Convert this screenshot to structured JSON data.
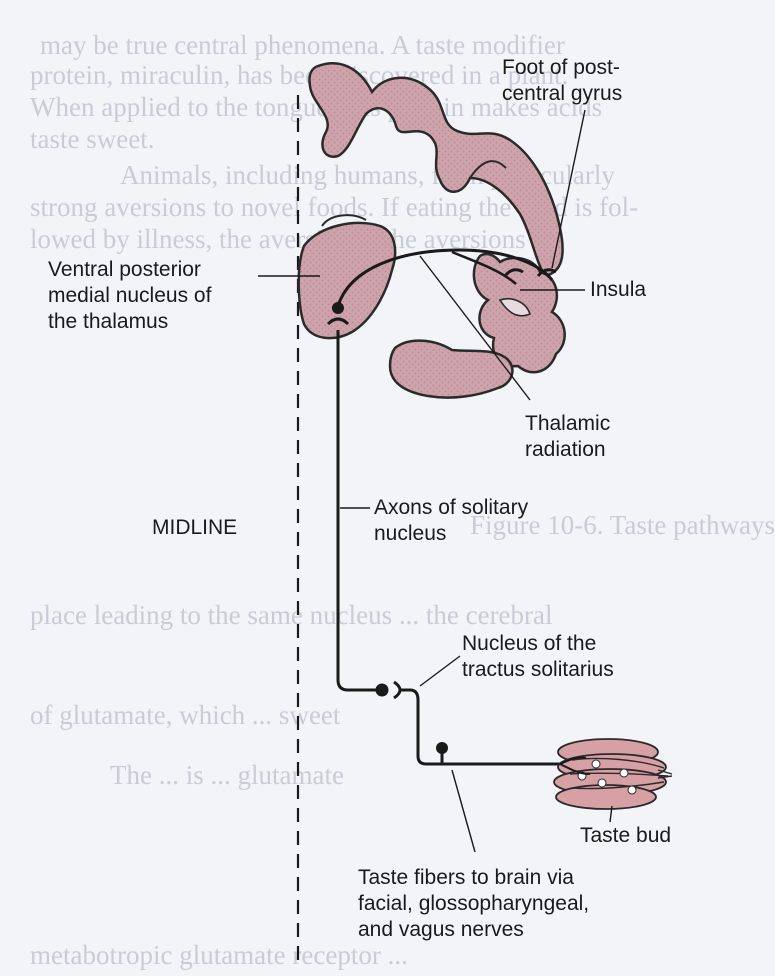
{
  "labels": {
    "vpm_line1": "Ventral posterior",
    "vpm_line2": "medial nucleus of",
    "vpm_line3": "the thalamus",
    "foot_line1": "Foot of post-",
    "foot_line2": "central gyrus",
    "insula": "Insula",
    "thalamic_line1": "Thalamic",
    "thalamic_line2": "radiation",
    "midline": "MIDLINE",
    "axons_line1": "Axons of solitary",
    "axons_line2": "nucleus",
    "nts_line1": "Nucleus of the",
    "nts_line2": "tractus solitarius",
    "taste_bud": "Taste bud",
    "fibers_line1": "Taste fibers to brain via",
    "fibers_line2": "facial, glossopharyngeal,",
    "fibers_line3": "and vagus nerves"
  },
  "bleed_through": {
    "line1": "may be true central phenomena. A taste modifier",
    "line2": "protein, miraculin, has been discovered in a plant.",
    "line3": "When applied to the tongue, this protein makes acids",
    "line4": "taste sweet.",
    "line5": "Animals, including humans, form particularly",
    "line6": "strong aversions to novel foods. If eating the food is fol-",
    "line7": "lowed by illness, the aversion ... the aversions is",
    "line8": "Figure 10-6. Taste pathways ...",
    "line9": "place leading to the same nucleus ... the cerebral",
    "line10": "of glutamate, which ... sweet",
    "line11": "The ... is ... glutamate",
    "line12": "metabotropic glutamate receptor ..."
  },
  "colors": {
    "brain_fill": "#cfa3ab",
    "brain_stroke": "#2a2a2a",
    "bud_fill": "#d7a0a5",
    "ink": "#1a1a1a",
    "ghost_text": "#c9ccd6"
  }
}
